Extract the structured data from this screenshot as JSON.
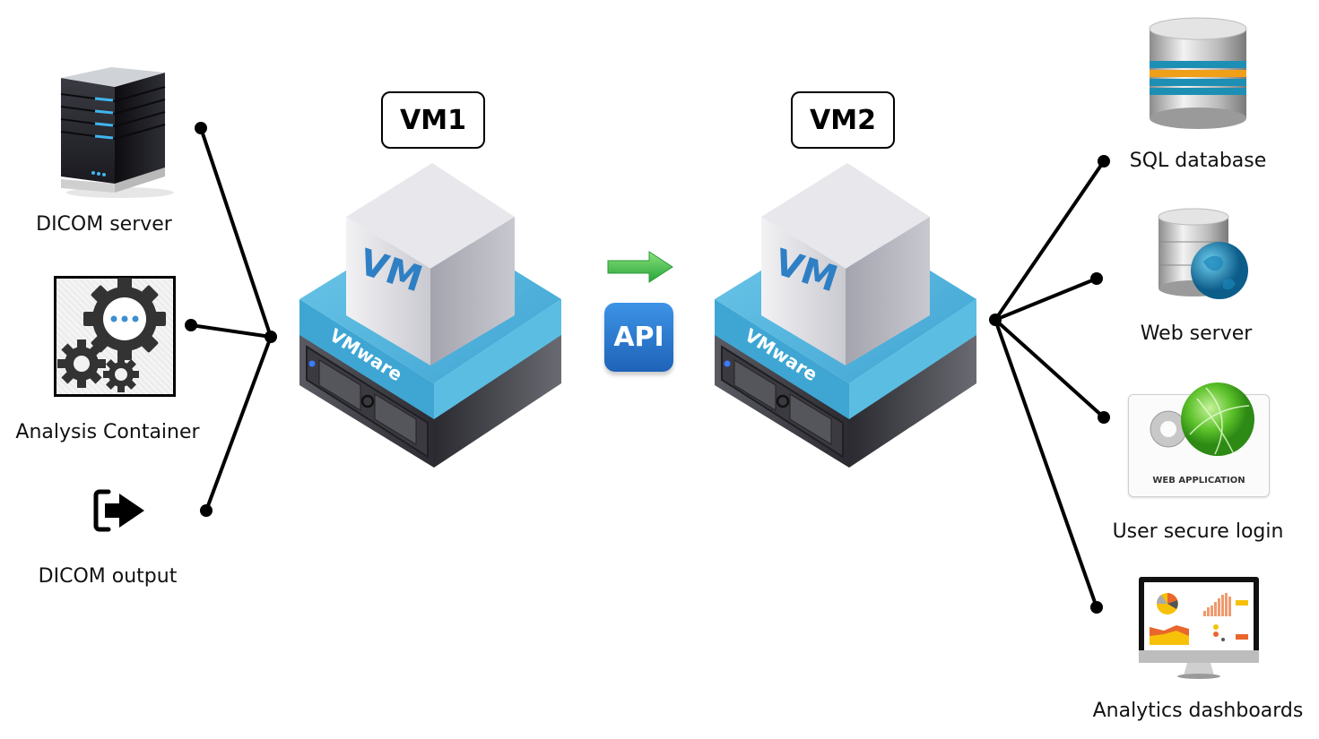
{
  "diagram": {
    "left_nodes": [
      {
        "id": "dicom-server",
        "label": "DICOM server",
        "icon": "server-tower-icon"
      },
      {
        "id": "analysis-container",
        "label": "Analysis Container",
        "icon": "gears-icon"
      },
      {
        "id": "dicom-output",
        "label": "DICOM output",
        "icon": "export-arrow-icon"
      }
    ],
    "vms": [
      {
        "id": "vm1",
        "title": "VM1",
        "cube_label": "VM",
        "platform_label": "VMware",
        "icon": "vmware-server-icon"
      },
      {
        "id": "vm2",
        "title": "VM2",
        "cube_label": "VM",
        "platform_label": "VMware",
        "icon": "vmware-server-icon"
      }
    ],
    "link": {
      "label": "API",
      "arrow_icon": "green-right-arrow-icon",
      "badge_icon": "api-badge-icon"
    },
    "right_nodes": [
      {
        "id": "sql-database",
        "label": "SQL database",
        "icon": "database-icon"
      },
      {
        "id": "web-server",
        "label": "Web server",
        "icon": "database-globe-icon"
      },
      {
        "id": "user-secure-login",
        "label": "User secure login",
        "icon": "web-application-icon",
        "icon_caption": "WEB APPLICATION"
      },
      {
        "id": "analytics-dashboards",
        "label": "Analytics dashboards",
        "icon": "monitor-dashboard-icon"
      }
    ],
    "colors": {
      "vmware_blue": "#4aaed6",
      "vm_text_blue": "#2f7fc4",
      "api_blue": "#2b7bd0",
      "arrow_green": "#3cb84a",
      "globe_green": "#5cc12a",
      "globe_blue": "#1a85b8",
      "db_orange": "#f0a018",
      "db_teal": "#1e8ab0",
      "gear_dark": "#333333",
      "dots_blue": "#3d8fd1"
    }
  }
}
